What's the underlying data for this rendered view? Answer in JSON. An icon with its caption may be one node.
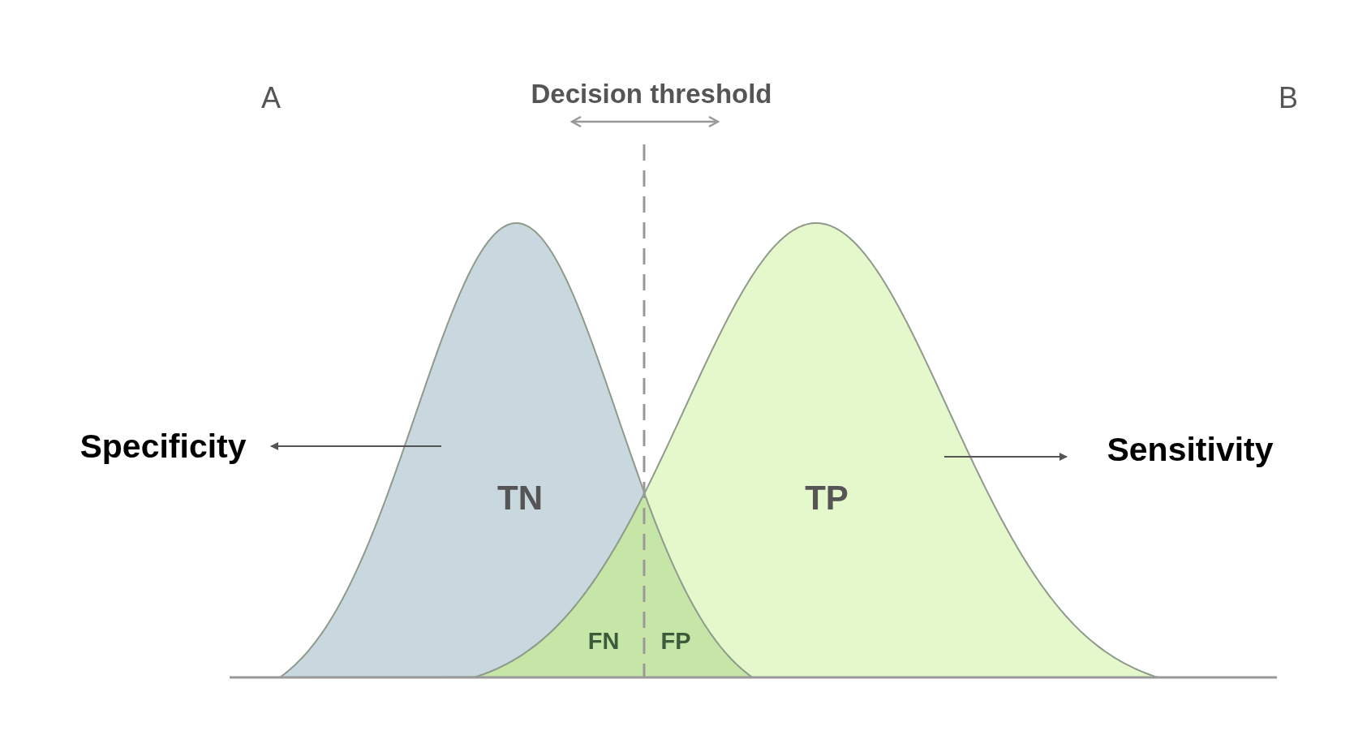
{
  "diagram": {
    "nodes": [
      {
        "text": [
          "Specificity"
        ]
      },
      {
        "text": [
          "TN"
        ]
      },
      {
        "text": [
          "TP"
        ]
      },
      {
        "text": [
          "Sensitivity"
        ]
      }
    ],
    "edges": [
      {
        "from": 1,
        "to": 0,
        "arrow": "to"
      },
      {
        "from": 2,
        "to": 3,
        "arrow": "to"
      }
    ],
    "labels": [
      "A",
      "Decision threshold",
      "B",
      "FN",
      "FP"
    ]
  }
}
